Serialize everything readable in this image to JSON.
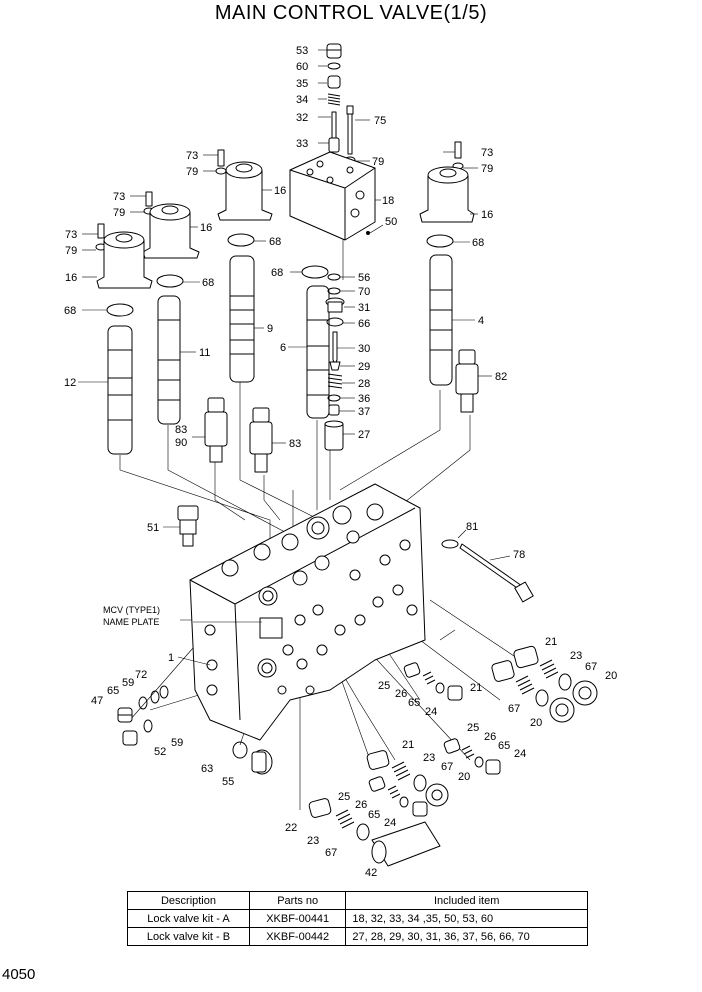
{
  "title": "MAIN CONTROL VALVE(1/5)",
  "page_number": "4050",
  "nameplate_label_line1": "MCV (TYPE1)",
  "nameplate_label_line2": "NAME PLATE",
  "labels": {
    "p53": "53",
    "p60": "60",
    "p35": "35",
    "p34": "34",
    "p32": "32",
    "p75": "75",
    "p33": "33",
    "p79a": "79",
    "p73a": "73",
    "p79b": "79",
    "p16a": "16",
    "p18": "18",
    "p73b": "73",
    "p79c": "79",
    "p16b": "16",
    "p73c": "73",
    "p79d": "79",
    "p16c": "16",
    "p73d": "73",
    "p79e": "79",
    "p16d": "16",
    "p50": "50",
    "p68a": "68",
    "p68b": "68",
    "p68c": "68",
    "p68d": "68",
    "p68e": "68",
    "p56": "56",
    "p70": "70",
    "p31": "31",
    "p66": "66",
    "p9": "9",
    "p4": "4",
    "p11": "11",
    "p6": "6",
    "p30": "30",
    "p29": "29",
    "p28": "28",
    "p36": "36",
    "p37": "37",
    "p12": "12",
    "p82": "82",
    "p83a": "83",
    "p90": "90",
    "p83b": "83",
    "p27": "27",
    "p51": "51",
    "p81": "81",
    "p78": "78",
    "p1": "1",
    "p72": "72",
    "p59a": "59",
    "p65a": "65",
    "p47": "47",
    "p52": "52",
    "p59b": "59",
    "p63": "63",
    "p55": "55",
    "p21a": "21",
    "p23a": "23",
    "p67a": "67",
    "p20a": "20",
    "p25a": "25",
    "p26a": "26",
    "p65b": "65",
    "p24a": "24",
    "p21b": "21",
    "p67b": "67",
    "p20b": "20",
    "p25b": "25",
    "p26b": "26",
    "p65c": "65",
    "p24b": "24",
    "p21c": "21",
    "p23b": "23",
    "p67c": "67",
    "p20c": "20",
    "p25c": "25",
    "p26c": "26",
    "p65d": "65",
    "p24c": "24",
    "p22": "22",
    "p23c": "23",
    "p67d": "67",
    "p42": "42"
  },
  "kit_table": {
    "headers": [
      "Description",
      "Parts no",
      "Included item"
    ],
    "rows": [
      [
        "Lock valve kit - A",
        "XKBF-00441",
        "18, 32, 33, 34 ,35, 50, 53, 60"
      ],
      [
        "Lock valve kit - B",
        "XKBF-00442",
        "27, 28, 29, 30, 31, 36, 37, 56, 66, 70"
      ]
    ]
  }
}
